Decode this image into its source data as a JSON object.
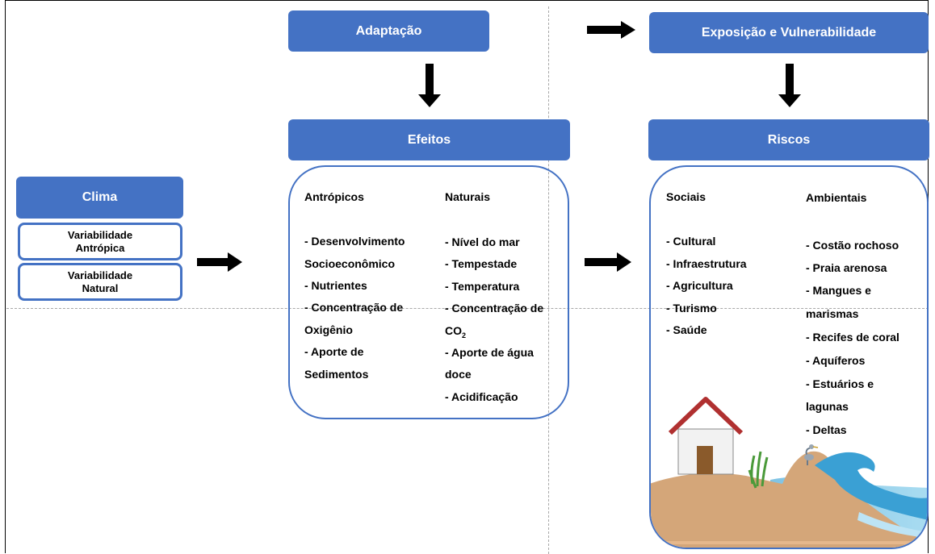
{
  "headers": {
    "adaptacao": "Adaptação",
    "exposicao": "Exposição e Vulnerabilidade",
    "efeitos": "Efeitos",
    "riscos": "Riscos",
    "clima": "Clima"
  },
  "clima_items": [
    {
      "line1": "Variabilidade",
      "line2": "Antrópica"
    },
    {
      "line1": "Variabilidade",
      "line2": "Natural"
    }
  ],
  "efeitos": {
    "antropicos_title": "Antrópicos",
    "naturais_title": "Naturais",
    "antropicos": [
      "- Desenvolvimento",
      "Socioeconômico",
      "- Nutrientes",
      "- Concentração de",
      "Oxigênio",
      "- Aporte de",
      "Sedimentos"
    ],
    "naturais": [
      "- Nível do mar",
      "- Tempestade",
      "- Temperatura",
      "- Concentração de",
      "CO",
      "- Aporte de água",
      "doce",
      "- Acidificação"
    ],
    "co2_subscript": "2"
  },
  "riscos": {
    "sociais_title": "Sociais",
    "ambientais_title": "Ambientais",
    "sociais": [
      "- Cultural",
      "- Infraestrutura",
      "- Agricultura",
      "- Turismo",
      "- Saúde"
    ],
    "ambientais": [
      "- Costão rochoso",
      "- Praia arenosa",
      "- Mangues e",
      "marismas",
      "- Recifes de coral",
      "- Aquíferos",
      "- Estuários e",
      "lagunas",
      "- Deltas"
    ]
  },
  "colors": {
    "header_blue": "#4472c4",
    "sky": "#ffffff",
    "sand": "#d4a679",
    "sea": "#8ecbe8"
  }
}
